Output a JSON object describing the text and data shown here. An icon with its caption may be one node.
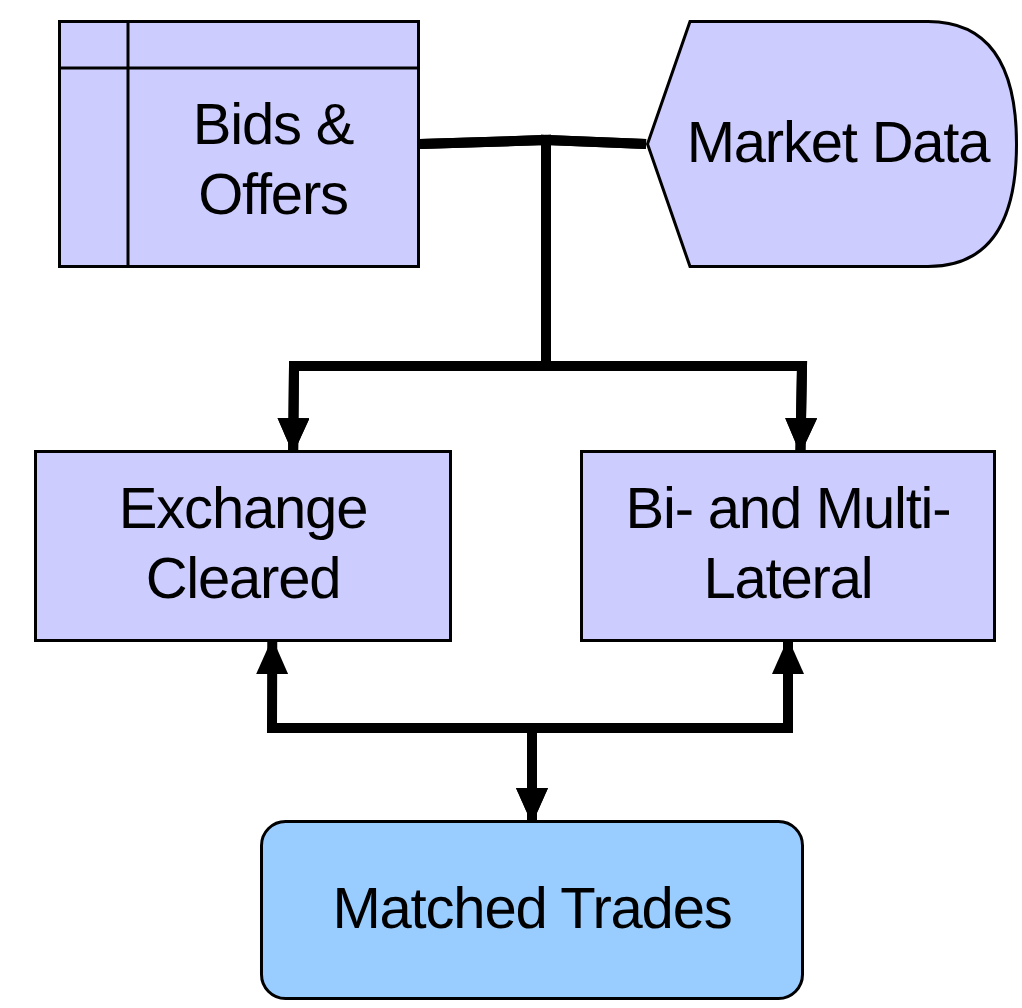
{
  "diagram": {
    "nodes": [
      {
        "text": [
          "Bids & Offers"
        ]
      },
      {
        "text": [
          "Market Data"
        ]
      },
      {
        "text": [
          "Exchange Cleared"
        ]
      },
      {
        "text": [
          "Bi- and Multi-Lateral"
        ]
      },
      {
        "text": [
          "Matched Trades"
        ]
      }
    ],
    "edges": [
      {
        "from": 0,
        "to": 2,
        "arrow": "to"
      },
      {
        "from": 0,
        "to": 3,
        "arrow": "to"
      },
      {
        "from": 1,
        "to": 2,
        "arrow": "to"
      },
      {
        "from": 1,
        "to": 3,
        "arrow": "to"
      },
      {
        "from": 2,
        "to": 4,
        "arrow": "both"
      },
      {
        "from": 3,
        "to": 4,
        "arrow": "both"
      }
    ]
  }
}
